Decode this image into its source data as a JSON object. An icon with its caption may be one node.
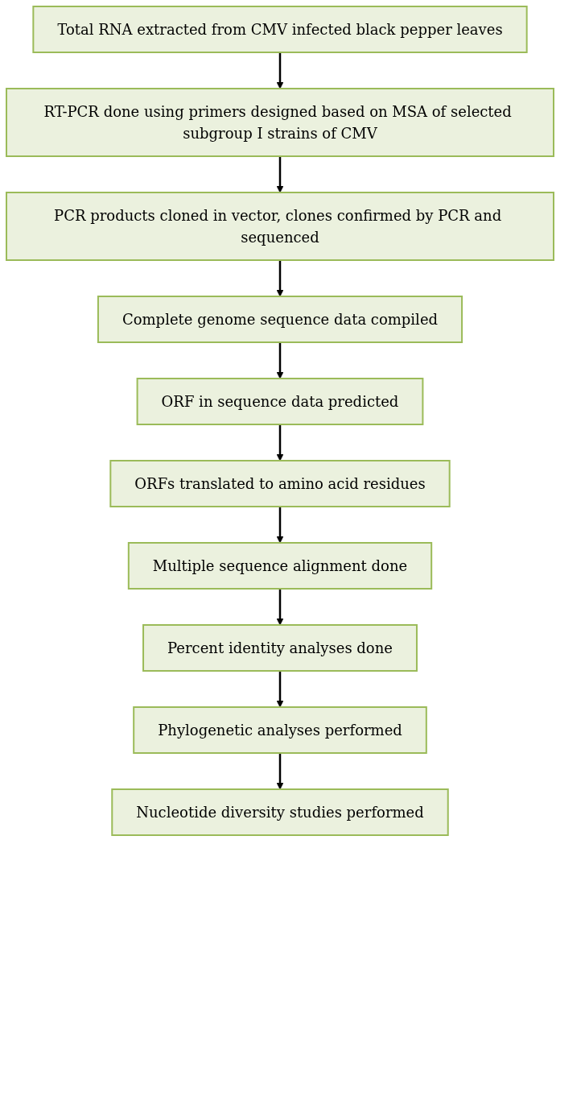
{
  "diagram": {
    "nodes": [
      {
        "text": [
          "Total RNA extracted from CMV infected black pepper leaves"
        ]
      },
      {
        "text": [
          "RT-PCR done using primers designed based on MSA of selected subgroup I strains of CMV"
        ]
      },
      {
        "text": [
          "PCR products cloned in vector, clones confirmed by PCR and sequenced"
        ]
      },
      {
        "text": [
          "Complete genome sequence data compiled"
        ]
      },
      {
        "text": [
          "ORF in sequence data predicted"
        ]
      },
      {
        "text": [
          "ORFs translated to amino acid residues"
        ]
      },
      {
        "text": [
          "Multiple sequence alignment done"
        ]
      },
      {
        "text": [
          "Percent identity analyses done"
        ]
      },
      {
        "text": [
          "Phylogenetic analyses performed"
        ]
      },
      {
        "text": [
          "Nucleotide diversity studies performed"
        ]
      }
    ],
    "edges": [
      {
        "from": 0,
        "to": 1,
        "arrow": "to"
      },
      {
        "from": 1,
        "to": 2,
        "arrow": "to"
      },
      {
        "from": 2,
        "to": 3,
        "arrow": "to"
      },
      {
        "from": 3,
        "to": 4,
        "arrow": "to"
      },
      {
        "from": 4,
        "to": 5,
        "arrow": "to"
      },
      {
        "from": 5,
        "to": 6,
        "arrow": "to"
      },
      {
        "from": 6,
        "to": 7,
        "arrow": "to"
      },
      {
        "from": 7,
        "to": 8,
        "arrow": "to"
      },
      {
        "from": 8,
        "to": 9,
        "arrow": "to"
      }
    ]
  }
}
